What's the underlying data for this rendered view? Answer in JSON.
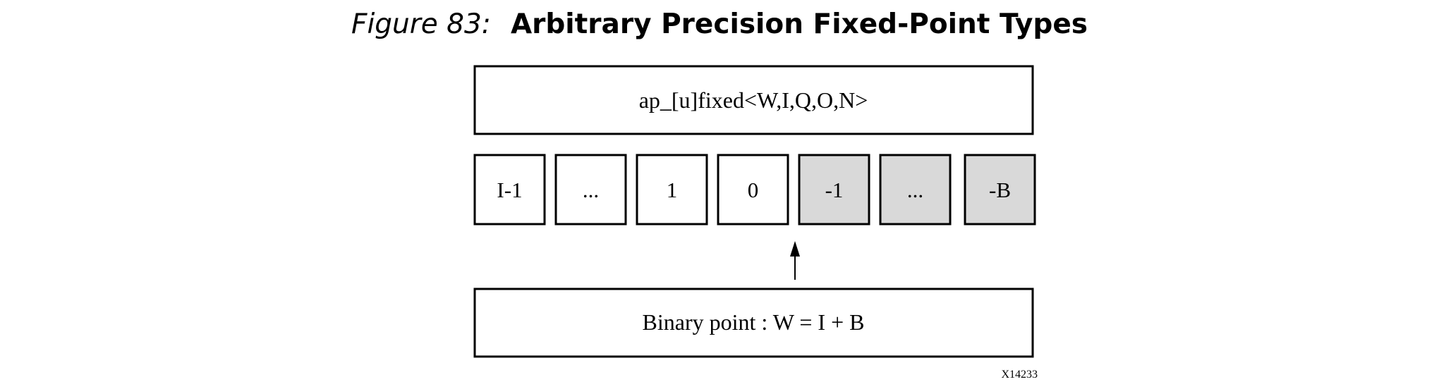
{
  "figure": {
    "label": "Figure 83:",
    "title": "Arbitrary Precision Fixed-Point Types"
  },
  "diagram": {
    "type_box_text": "ap_[u]fixed<W,I,Q,O,N>",
    "bits": [
      {
        "label": "I-1",
        "fractional": false
      },
      {
        "label": "...",
        "fractional": false
      },
      {
        "label": "1",
        "fractional": false
      },
      {
        "label": "0",
        "fractional": false
      },
      {
        "label": "-1",
        "fractional": true
      },
      {
        "label": "...",
        "fractional": true
      },
      {
        "label": "-B",
        "fractional": true
      }
    ],
    "binary_point_text": "Binary point : W = I + B",
    "figure_id": "X14233"
  },
  "colors": {
    "fractional_fill": "#d9d9d9",
    "integer_fill": "#ffffff",
    "stroke": "#000000"
  }
}
